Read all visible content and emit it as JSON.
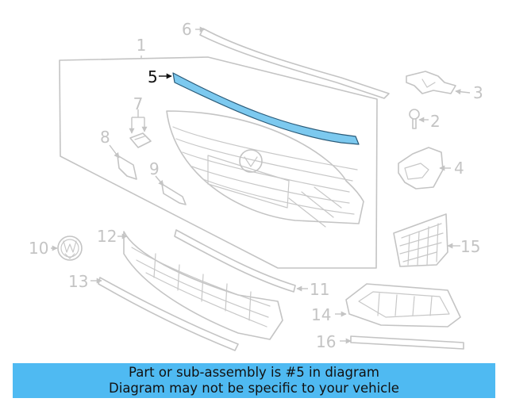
{
  "diagram": {
    "highlight_color": "#7cc9ef",
    "callouts": [
      {
        "id": "1",
        "label": "1"
      },
      {
        "id": "2",
        "label": "2"
      },
      {
        "id": "3",
        "label": "3"
      },
      {
        "id": "4",
        "label": "4"
      },
      {
        "id": "5",
        "label": "5",
        "active": true
      },
      {
        "id": "6",
        "label": "6"
      },
      {
        "id": "7",
        "label": "7"
      },
      {
        "id": "8",
        "label": "8"
      },
      {
        "id": "9",
        "label": "9"
      },
      {
        "id": "10",
        "label": "10"
      },
      {
        "id": "11",
        "label": "11"
      },
      {
        "id": "12",
        "label": "12"
      },
      {
        "id": "13",
        "label": "13"
      },
      {
        "id": "14",
        "label": "14"
      },
      {
        "id": "15",
        "label": "15"
      },
      {
        "id": "16",
        "label": "16"
      }
    ]
  },
  "banner": {
    "line1": "Part or sub-assembly is #5 in diagram",
    "line2": "Diagram may not be specific to your vehicle",
    "background": "#4fbaf2"
  }
}
